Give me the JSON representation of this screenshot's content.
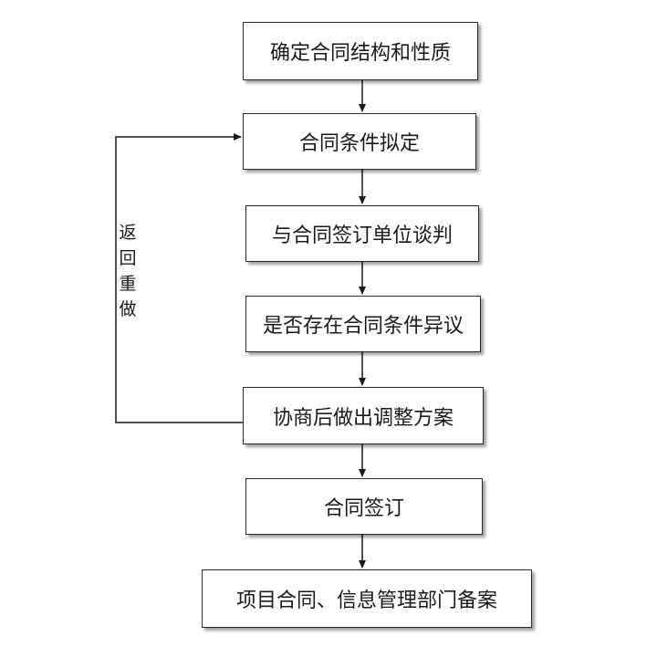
{
  "steps": [
    "确定合同结构和性质",
    "合同条件拟定",
    "与合同签订单位谈判",
    "是否存在合同条件异议",
    "协商后做出调整方案",
    "合同签订",
    "项目合同、信息管理部门备案"
  ],
  "loop_label": [
    "返",
    "回",
    "重",
    "做"
  ],
  "colors": {
    "line": "#1a1a1a",
    "box_border": "#2b2b2b",
    "text": "#1a1a1a",
    "background": "#ffffff"
  }
}
